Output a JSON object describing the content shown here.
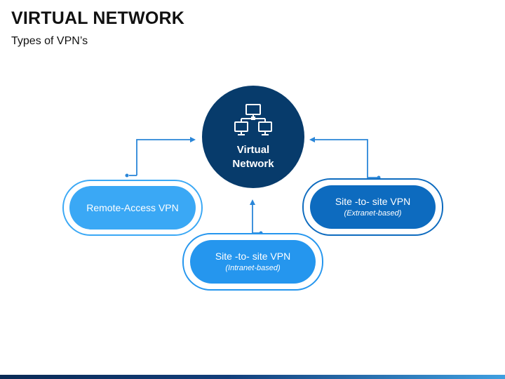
{
  "header": {
    "title": "VIRTUAL NETWORK",
    "subtitle": "Types of VPN’s"
  },
  "hub": {
    "label_line1": "Virtual",
    "label_line2": "Network",
    "icon": "network-computers-icon",
    "color": "#073b6b"
  },
  "nodes": {
    "remote_access": {
      "title": "Remote-Access VPN",
      "color": "#3aa8f5"
    },
    "intranet": {
      "title": "Site -to- site VPN",
      "subtitle": "(Intranet-based)",
      "color": "#2596ee"
    },
    "extranet": {
      "title": "Site -to- site VPN",
      "subtitle": "(Extranet-based)",
      "color": "#0d6bbf"
    }
  },
  "colors": {
    "connector": "#2a86d8",
    "accent_bar_start": "#0a2a55",
    "accent_bar_end": "#3f9fe0"
  }
}
